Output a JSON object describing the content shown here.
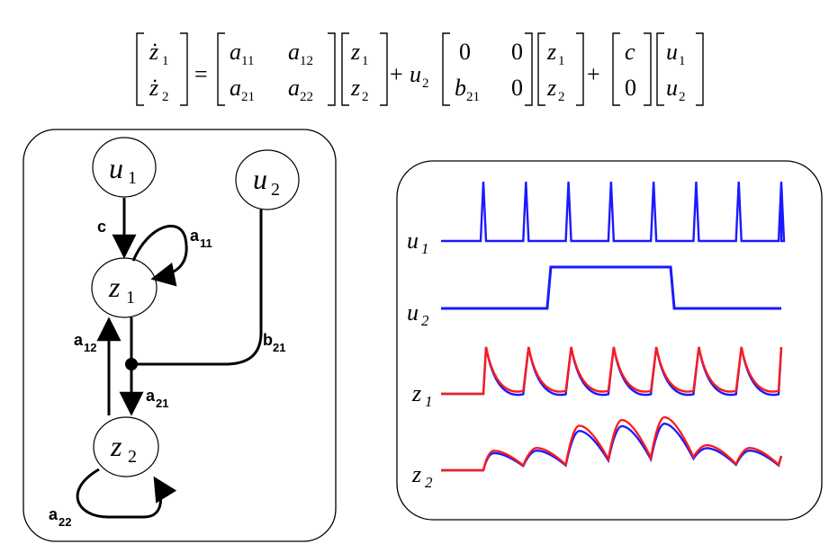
{
  "equation": {
    "lhs": [
      "ż",
      "ż"
    ],
    "lhs_sub": [
      "1",
      "2"
    ],
    "a_matrix": [
      "a",
      "a",
      "a",
      "a"
    ],
    "a_sub": [
      "11",
      "12",
      "21",
      "22"
    ],
    "z_vec": [
      "z",
      "z"
    ],
    "z_sub": [
      "1",
      "2"
    ],
    "u2_coef": "u",
    "u2_coef_sub": "2",
    "b_matrix_zero": [
      "0",
      "0",
      "0"
    ],
    "b_matrix_b": "b",
    "b_matrix_b_sub": "21",
    "c_vec": [
      "c",
      "0"
    ],
    "u_vec": [
      "u",
      "u"
    ],
    "u_sub": [
      "1",
      "2"
    ],
    "equals": "=",
    "plus": "+"
  },
  "network": {
    "nodes": {
      "u1": {
        "name": "u",
        "sub": "1"
      },
      "u2": {
        "name": "u",
        "sub": "2"
      },
      "z1": {
        "name": "z",
        "sub": "1"
      },
      "z2": {
        "name": "z",
        "sub": "2"
      }
    },
    "edge_labels": {
      "c": "c",
      "a11": {
        "name": "a",
        "sub": "11"
      },
      "a12": {
        "name": "a",
        "sub": "12"
      },
      "a21": {
        "name": "a",
        "sub": "21"
      },
      "a22": {
        "name": "a",
        "sub": "22"
      },
      "b21": {
        "name": "b",
        "sub": "21"
      }
    }
  },
  "timeseries": {
    "rows": [
      {
        "name": "u",
        "sub": "1"
      },
      {
        "name": "u",
        "sub": "2"
      },
      {
        "name": "z",
        "sub": "1"
      },
      {
        "name": "z",
        "sub": "2"
      }
    ],
    "colors": {
      "input": "#1a1aff",
      "observed": "#ff1a1a",
      "model": "#1a1aff"
    }
  },
  "chart_data": {
    "type": "line",
    "x_count": 8,
    "u1_spike_times": [
      0,
      1,
      2,
      3,
      4,
      5,
      6,
      7
    ],
    "u2_on_interval": [
      1.5,
      4.4
    ],
    "z1_peaks_observed": [
      1,
      1,
      1,
      1,
      1,
      1,
      1
    ],
    "z2_peaks_observed": [
      0.35,
      0.4,
      0.8,
      0.9,
      0.95,
      0.45,
      0.4
    ]
  }
}
